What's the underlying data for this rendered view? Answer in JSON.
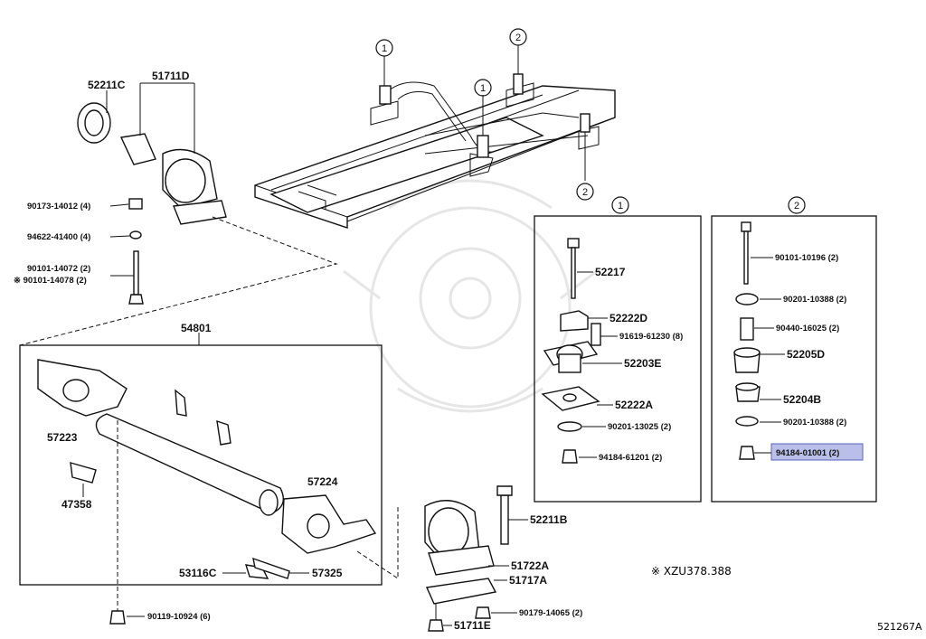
{
  "callouts": {
    "c1": "1",
    "c2": "2"
  },
  "labels": {
    "p52211C": "52211C",
    "p51711D": "51711D",
    "p90173": "90173-14012 (4)",
    "p94622": "94622-41400 (4)",
    "p90101a": "90101-14072 (2)",
    "p90101b": "※ 90101-14078 (2)",
    "p54801": "54801",
    "p57223": "57223",
    "p47358": "47358",
    "p57224": "57224",
    "p53116C": "53116C",
    "p57325": "57325",
    "p90119": "90119-10924 (6)",
    "p52211B": "52211B",
    "p51722A": "51722A",
    "p51717A": "51717A",
    "p90179": "90179-14065 (2)",
    "p51711E": "51711E",
    "b1_52217": "52217",
    "b1_52222D": "52222D",
    "b1_91619": "91619-61230 (8)",
    "b1_52203E": "52203E",
    "b1_52222A": "52222A",
    "b1_90201": "90201-13025 (2)",
    "b1_94184": "94184-61201 (2)",
    "b2_90101": "90101-10196 (2)",
    "b2_90201a": "90201-10388 (2)",
    "b2_90440": "90440-16025 (2)",
    "b2_52205D": "52205D",
    "b2_52204B": "52204B",
    "b2_90201b": "90201-10388 (2)",
    "b2_94184": "94184-01001 (2)",
    "note": "※ XZU378.388",
    "figure_id": "521267A"
  },
  "colors": {
    "highlight_fill": "#b9bfe8",
    "highlight_stroke": "#5a62b8",
    "line": "#111111"
  }
}
